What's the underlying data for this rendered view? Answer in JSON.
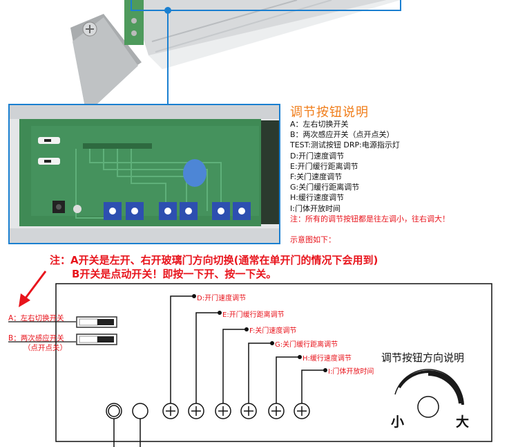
{
  "legend": {
    "title": "调节按钮说明",
    "items": [
      "A：左右切换开关",
      "B：两次感应开关（点开点关）",
      "TEST:测试按钮  DRP:电源指示灯",
      "D:开门速度调节",
      "E:开门缓行距离调节",
      "F:关门速度调节",
      "G:关门缓行距离调节",
      "H:缓行速度调节",
      "I:门体开放时间"
    ],
    "note": "注：所有的调节按钮都是往左调小，往右调大！",
    "subtitle": "示意图如下："
  },
  "note": {
    "line1": "注：A开关是左开、右开玻璃门方向切换(通常在单开门的情况下会用到)",
    "line2": "B开关是点动开关！即按一下开、按一下关。"
  },
  "switches": {
    "a_label": "A：左右切换开关",
    "b_label": "B：两次感应开关",
    "b_sub": "（点开点关）"
  },
  "pots": [
    {
      "label": "D:开门速度调节"
    },
    {
      "label": "E:开门缓行距离调节"
    },
    {
      "label": "F:关门速度调节"
    },
    {
      "label": "G:关门缓行距离调节"
    },
    {
      "label": "H:缓行速度调节"
    },
    {
      "label": "I:门体开放时间"
    }
  ],
  "knob": {
    "title": "调节按钮方向说明",
    "min_label": "小",
    "max_label": "大"
  },
  "colors": {
    "accent_blue": "#1a7fd0",
    "title_orange": "#f07d1a",
    "note_red": "#e8141c",
    "pcb_green": "#3f8a55"
  }
}
